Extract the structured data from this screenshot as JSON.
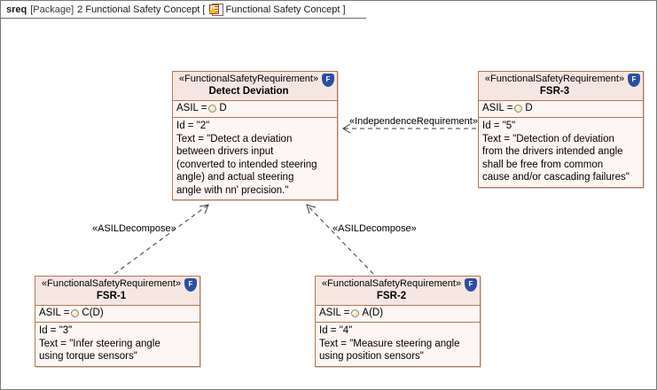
{
  "frame": {
    "keyword": "sreq",
    "package_kind": "[Package]",
    "package_name": "2 Functional Safety Concept",
    "bracket_open": "[",
    "diagram_icon": "requirement-diagram-icon",
    "diagram_name": "Functional Safety Concept",
    "bracket_close": "]"
  },
  "colors": {
    "node_border": "#b4784f",
    "node_header_fill": "#f6e6e2",
    "node_body_fill": "#fdf6f4",
    "badge_blue": "#2b4fa2",
    "asil_marker": "#f3e9c4",
    "canvas": "#ffffff",
    "frame_border": "#7a7a7a"
  },
  "nodes": [
    {
      "id": "detect-deviation",
      "stereotype": "«FunctionalSafetyRequirement»",
      "title": "Detect Deviation",
      "badge_letter": "F",
      "badge_name": "functional-safety-requirement-badge",
      "asil_label": "ASIL =",
      "asil_value": "D",
      "properties": [
        "Id = \"2\"",
        "Text = \"Detect a deviation between drivers input (converted to intended steering angle) and actual steering angle with nn' precision.\""
      ],
      "prop_lines": [
        "Id = \"2\"",
        "Text = \"Detect a deviation",
        "between drivers input",
        "(converted to intended steering",
        "angle) and actual steering",
        "angle with nn' precision.\""
      ]
    },
    {
      "id": "fsr-3",
      "stereotype": "«FunctionalSafetyRequirement»",
      "title": "FSR-3",
      "badge_letter": "F",
      "badge_name": "functional-safety-requirement-badge",
      "asil_label": "ASIL =",
      "asil_value": "D",
      "properties": [
        "Id = \"5\"",
        "Text = \"Detection of deviation from the drivers intended angle shall be free from common cause and/or cascading failures\""
      ],
      "prop_lines": [
        "Id = \"5\"",
        "Text = \"Detection of deviation",
        "from the drivers intended angle",
        "shall be free from common",
        "cause and/or cascading failures\""
      ]
    },
    {
      "id": "fsr-1",
      "stereotype": "«FunctionalSafetyRequirement»",
      "title": "FSR-1",
      "badge_letter": "F",
      "badge_name": "functional-safety-requirement-badge",
      "asil_label": "ASIL =",
      "asil_value": "C(D)",
      "properties": [
        "Id = \"3\"",
        "Text = \"Infer steering angle using torque sensors\""
      ],
      "prop_lines": [
        "Id = \"3\"",
        "Text = \"Infer steering angle",
        "using torque sensors\""
      ]
    },
    {
      "id": "fsr-2",
      "stereotype": "«FunctionalSafetyRequirement»",
      "title": "FSR-2",
      "badge_letter": "F",
      "badge_name": "functional-safety-requirement-badge",
      "asil_label": "ASIL =",
      "asil_value": "A(D)",
      "properties": [
        "Id = \"4\"",
        "Text = \"Measure steering angle using position sensors\""
      ],
      "prop_lines": [
        "Id = \"4\"",
        "Text = \"Measure steering angle",
        "using position sensors\""
      ]
    }
  ],
  "edges": [
    {
      "id": "independence",
      "label": "«IndependenceRequirement»",
      "from": "fsr-3",
      "to": "detect-deviation",
      "style": "dashed",
      "arrow": "open"
    },
    {
      "id": "asil-decompose-1",
      "label": "«ASILDecompose»",
      "from": "fsr-1",
      "to": "detect-deviation",
      "style": "dashed",
      "arrow": "open"
    },
    {
      "id": "asil-decompose-2",
      "label": "«ASILDecompose»",
      "from": "fsr-2",
      "to": "detect-deviation",
      "style": "dashed",
      "arrow": "open"
    }
  ]
}
